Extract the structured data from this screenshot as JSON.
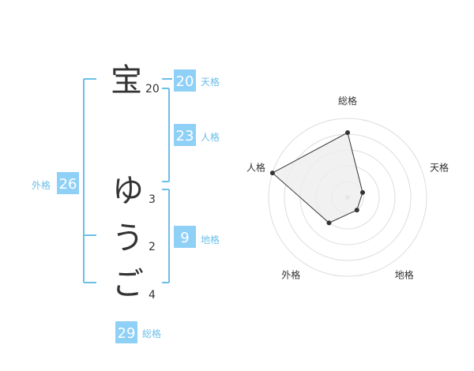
{
  "name_chart": {
    "surname_chars": [
      {
        "char": "宝",
        "strokes": "20"
      }
    ],
    "given_chars": [
      {
        "char": "ゆ",
        "strokes": "3"
      },
      {
        "char": "う",
        "strokes": "2"
      },
      {
        "char": "ご",
        "strokes": "4"
      }
    ],
    "tenkaku": {
      "value": "20",
      "label": "天格"
    },
    "jinkaku": {
      "value": "23",
      "label": "人格"
    },
    "chikaku": {
      "value": "9",
      "label": "地格"
    },
    "gaikaku": {
      "value": "26",
      "label": "外格"
    },
    "soukaku": {
      "value": "29",
      "label": "総格"
    }
  },
  "colors": {
    "bracket": "#6cbfe8",
    "box": "#8fd0f7",
    "label": "#6cbfe8",
    "text": "#333333",
    "radar_grid": "#dddddd",
    "radar_fill": "#eeeeee",
    "radar_stroke": "#333333"
  },
  "chart_data": {
    "type": "radar",
    "axes": [
      "総格",
      "天格",
      "地格",
      "外格",
      "人格"
    ],
    "values": [
      0.82,
      0.2,
      0.2,
      0.4,
      1.0
    ],
    "rings": 5
  }
}
